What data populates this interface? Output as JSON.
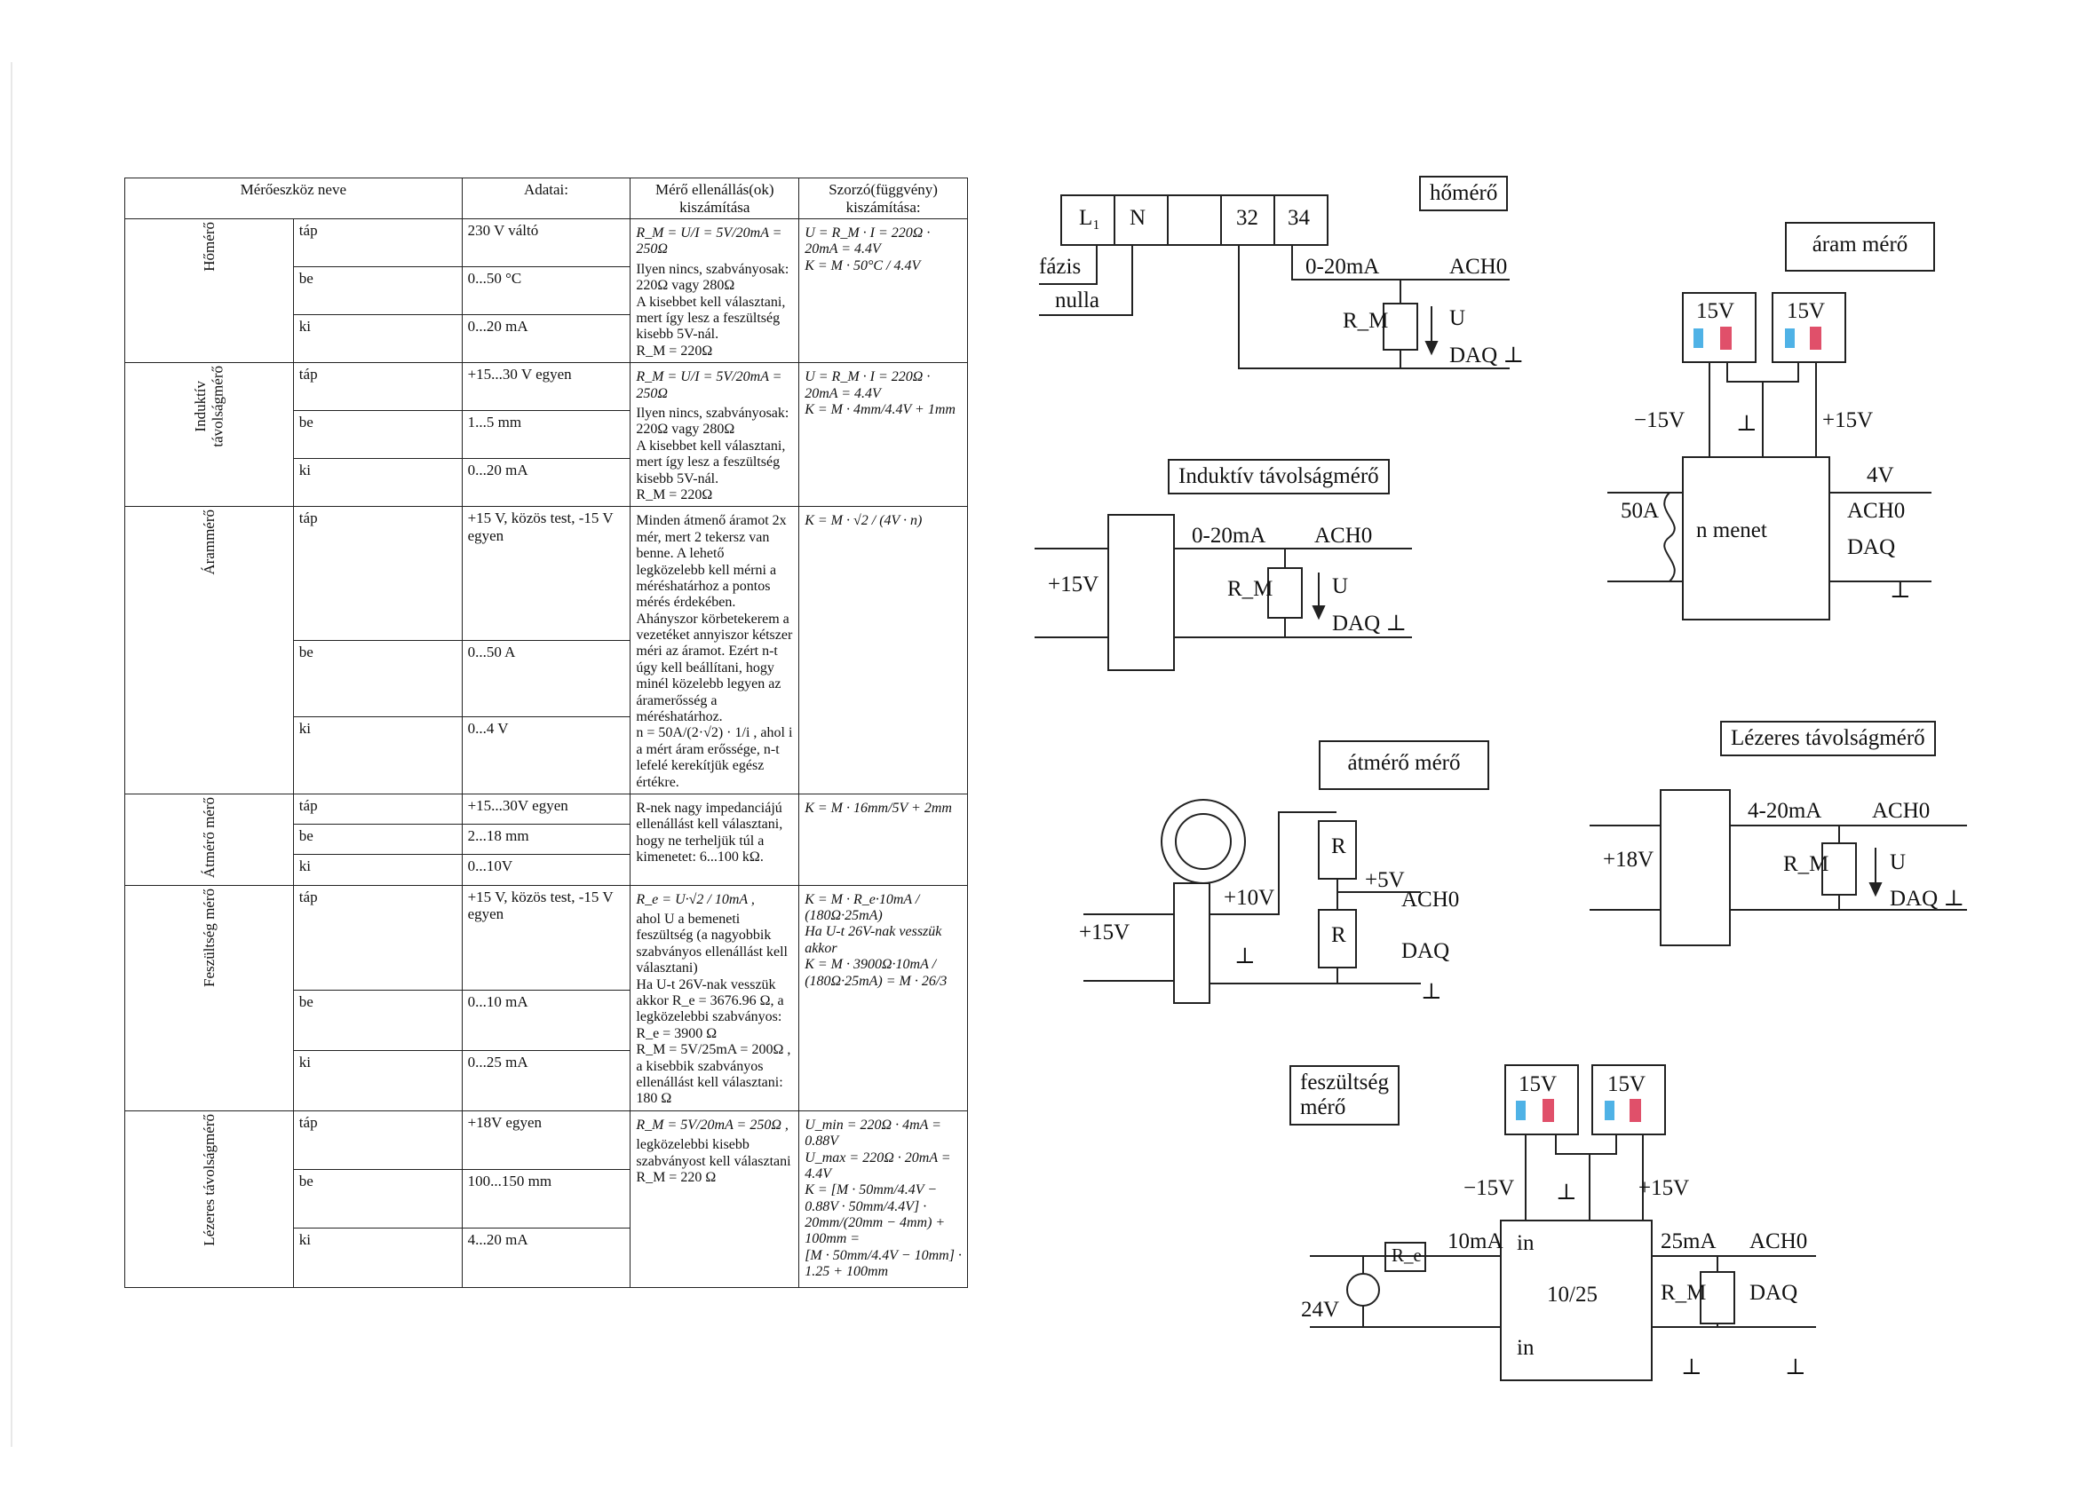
{
  "table": {
    "headers": [
      "Mérőeszköz neve",
      "Adatai:",
      "Mérő ellenállás(ok) kiszámítása",
      "Szorzó(függvény) kiszámítása:"
    ],
    "devices": [
      {
        "name": "Hőmérő",
        "rows": [
          {
            "io": "táp",
            "data": "230 V váltó"
          },
          {
            "io": "be",
            "data": "0...50 °C"
          },
          {
            "io": "ki",
            "data": "0...20 mA"
          }
        ],
        "calc_formula": "R_M = U/I = 5V/20mA = 250Ω",
        "calc_text": "Ilyen nincs, szabványosak: 220Ω vagy 280Ω\nA kisebbet kell választani, mert így lesz a feszültség kisebb 5V-nál.\nR_M = 220Ω",
        "mult": "U = R_M · I = 220Ω · 20mA = 4.4V\nK = M · 50°C / 4.4V"
      },
      {
        "name": "Induktív\ntávolságmérő",
        "rows": [
          {
            "io": "táp",
            "data": "+15...30 V egyen"
          },
          {
            "io": "be",
            "data": "1...5 mm"
          },
          {
            "io": "ki",
            "data": "0...20 mA"
          }
        ],
        "calc_formula": "R_M = U/I = 5V/20mA = 250Ω",
        "calc_text": "Ilyen nincs, szabványosak: 220Ω vagy 280Ω\nA kisebbet kell választani, mert így lesz a feszültség kisebb 5V-nál.\nR_M = 220Ω",
        "mult": "U = R_M · I = 220Ω · 20mA = 4.4V\nK = M · 4mm/4.4V + 1mm"
      },
      {
        "name": "Árammérő",
        "rows": [
          {
            "io": "táp",
            "data": "+15 V, közös test, -15 V egyen"
          },
          {
            "io": "be",
            "data": "0...50 A"
          },
          {
            "io": "ki",
            "data": "0...4 V"
          }
        ],
        "calc_formula": "",
        "calc_text": "Minden átmenő áramot 2x mér, mert 2 tekersz van benne. A lehető legközelebb kell mérni a méréshatárhoz a pontos mérés érdekében. Ahányszor körbetekerem a vezetéket annyiszor kétszer méri az áramot. Ezért n-t úgy kell beállítani, hogy minél közelebb legyen az áramerősség a méréshatárhoz.\nn = 50A/(2·√2) · 1/i , ahol i a mért áram erőssége, n-t lefelé kerekítjük egész értékre.",
        "mult": "K = M · √2 / (4V · n)"
      },
      {
        "name": "Átmérő mérő",
        "rows": [
          {
            "io": "táp",
            "data": "+15...30V egyen"
          },
          {
            "io": "be",
            "data": "2...18 mm"
          },
          {
            "io": "ki",
            "data": "0...10V"
          }
        ],
        "calc_formula": "",
        "calc_text": "R-nek nagy impedanciájú ellenállást kell választani, hogy ne terheljük túl a kimenetet: 6...100 kΩ.",
        "mult": "K = M · 16mm/5V + 2mm"
      },
      {
        "name": "Feszültség mérő",
        "rows": [
          {
            "io": "táp",
            "data": "+15 V, közös test, -15 V egyen"
          },
          {
            "io": "be",
            "data": "0...10 mA"
          },
          {
            "io": "ki",
            "data": "0...25 mA"
          }
        ],
        "calc_formula": "R_e = U·√2 / 10mA ,",
        "calc_text": "ahol U a bemeneti feszültség (a nagyobbik szabványos ellenállást kell választani)\nHa U-t 26V-nak vesszük akkor R_e = 3676.96 Ω, a legközelebbi szabványos: R_e = 3900 Ω\nR_M = 5V/25mA = 200Ω ,\na kisebbik szabványos ellenállást kell választani: 180 Ω",
        "mult": "K = M · R_e·10mA / (180Ω·25mA)\nHa U-t 26V-nak vesszük akkor\nK = M · 3900Ω·10mA / (180Ω·25mA) = M · 26/3"
      },
      {
        "name": "Lézeres távolságmérő",
        "rows": [
          {
            "io": "táp",
            "data": "+18V egyen"
          },
          {
            "io": "be",
            "data": "100...150 mm"
          },
          {
            "io": "ki",
            "data": "4...20 mA"
          }
        ],
        "calc_formula": "R_M = 5V/20mA = 250Ω ,",
        "calc_text": "legközelebbi kisebb szabványost kell választani\nR_M = 220 Ω",
        "mult": "U_min = 220Ω · 4mA = 0.88V\nU_max = 220Ω · 20mA = 4.4V\nK = [M · 50mm/4.4V − 0.88V · 50mm/4.4V] · 20mm/(20mm − 4mm) + 100mm =\n[M · 50mm/4.4V − 10mm] · 1.25 + 100mm"
      }
    ]
  },
  "diagrams": {
    "homero": {
      "title": "hőmérő",
      "terminals": [
        "L₁",
        "N",
        "",
        "32",
        "34"
      ],
      "faz": "fázis",
      "nulla": "nulla",
      "out": "0-20mA",
      "ach": "ACH0",
      "rm": "R_M",
      "u": "U",
      "daq": "DAQ ⊥"
    },
    "aram": {
      "title": "áram mérő",
      "sup1": "15V",
      "sup2": "15V",
      "neg": "−15V",
      "gnd": "⊥",
      "pos": "+15V",
      "in": "50A",
      "turns": "n menet",
      "out1": "4V",
      "out2": "ACH0",
      "out3": "DAQ",
      "gnd2": "⊥"
    },
    "induktiv": {
      "title": "Induktív távolságmérő",
      "sup": "+15V",
      "out": "0-20mA",
      "ach": "ACH0",
      "rm": "R_M",
      "u": "U",
      "daq": "DAQ ⊥"
    },
    "atmero": {
      "title": "átmérő mérő",
      "sup": "+15V",
      "v10": "+10V",
      "v5": "+5V",
      "ach": "ACH0",
      "r1": "R",
      "r2": "R",
      "daq": "DAQ",
      "gnd": "⊥"
    },
    "lezer": {
      "title": "Lézeres távolságmérő",
      "sup": "+18V",
      "out": "4-20mA",
      "ach": "ACH0",
      "rm": "R_M",
      "u": "U",
      "daq": "DAQ ⊥"
    },
    "feszultseg": {
      "title": "feszültség\nmérő",
      "sup1": "15V",
      "sup2": "15V",
      "neg": "−15V",
      "gnd": "⊥",
      "pos": "+15V",
      "in_ma": "10mA",
      "in1": "in",
      "in2": "in",
      "ratio": "10/25",
      "out_ma": "25mA",
      "ach": "ACH0",
      "rm": "R_M",
      "daq": "DAQ",
      "re": "R_e",
      "src": "24V"
    },
    "colors": {
      "plus": "#e0506a",
      "minus": "#4fb2e6",
      "line": "#222222"
    }
  }
}
